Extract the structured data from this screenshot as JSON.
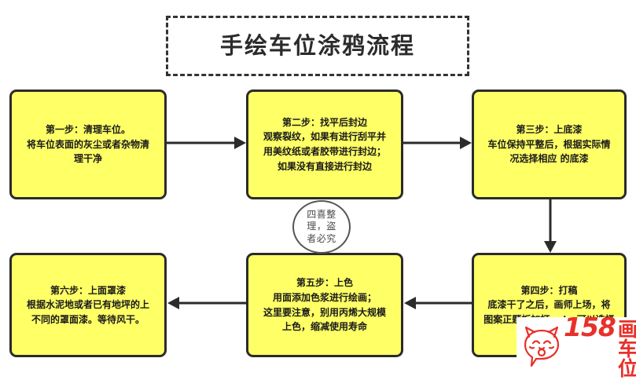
{
  "title": {
    "text": "手绘车位涂鸦流程"
  },
  "colors": {
    "node_fill": "#ffff66",
    "node_border": "#2b2b2b",
    "arrow": "#2b2b2b",
    "title_border": "#333333",
    "logo_red": "#e8302a",
    "background": "#ffffff"
  },
  "nodes": [
    {
      "id": "step-1",
      "text": "第一步：清理车位。\n将车位表面的灰尘或者杂物清\n理干净"
    },
    {
      "id": "step-2",
      "text": "第二步：找平后封边\n观察裂纹，如果有进行刮平并\n用美纹纸或者胶带进行封边；\n如果没有直接进行封边"
    },
    {
      "id": "step-3",
      "text": "第三步：上底漆\n车位保持平整后，根据实际情\n况选择相应 的底漆"
    },
    {
      "id": "step-4",
      "text": "第四步：打稿\n底漆干了之后，画师上场，将\n图案正题板加打out，可以选择"
    },
    {
      "id": "step-5",
      "text": "第五步：上色\n用面添加色浆进行绘画；\n这里要注意，别用丙烯大规模\n上色，缩减使用寿命"
    },
    {
      "id": "step-6",
      "text": "第六步：上面罩漆\n根据水泥地或者已有地坪的上\n不同的罩面漆。等待风干。"
    }
  ],
  "arrows": [
    {
      "id": "arrow-1-to-2",
      "direction": "right"
    },
    {
      "id": "arrow-2-to-3",
      "direction": "right"
    },
    {
      "id": "arrow-3-to-4",
      "direction": "down"
    },
    {
      "id": "arrow-4-to-5",
      "direction": "left"
    },
    {
      "id": "arrow-5-to-6",
      "direction": "left"
    }
  ],
  "watermarks": {
    "circle": {
      "text": "四喜整\n理，盗\n者必究"
    },
    "logo": {
      "number": "158",
      "word": "画车位",
      "mascot": "cat-face-icon"
    }
  }
}
